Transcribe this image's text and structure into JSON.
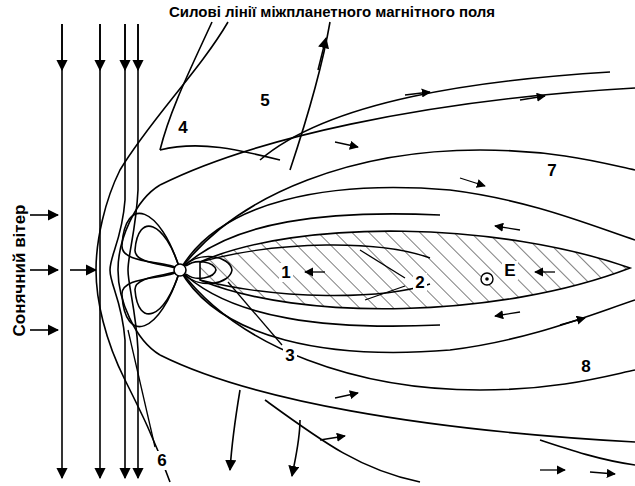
{
  "diagram": {
    "title": "Силові лінії міжпланетного магнітного поля",
    "labels": [
      "Сонячний вітер",
      "1",
      "2",
      "3",
      "4",
      "5",
      "6",
      "7",
      "8",
      "E"
    ]
  }
}
